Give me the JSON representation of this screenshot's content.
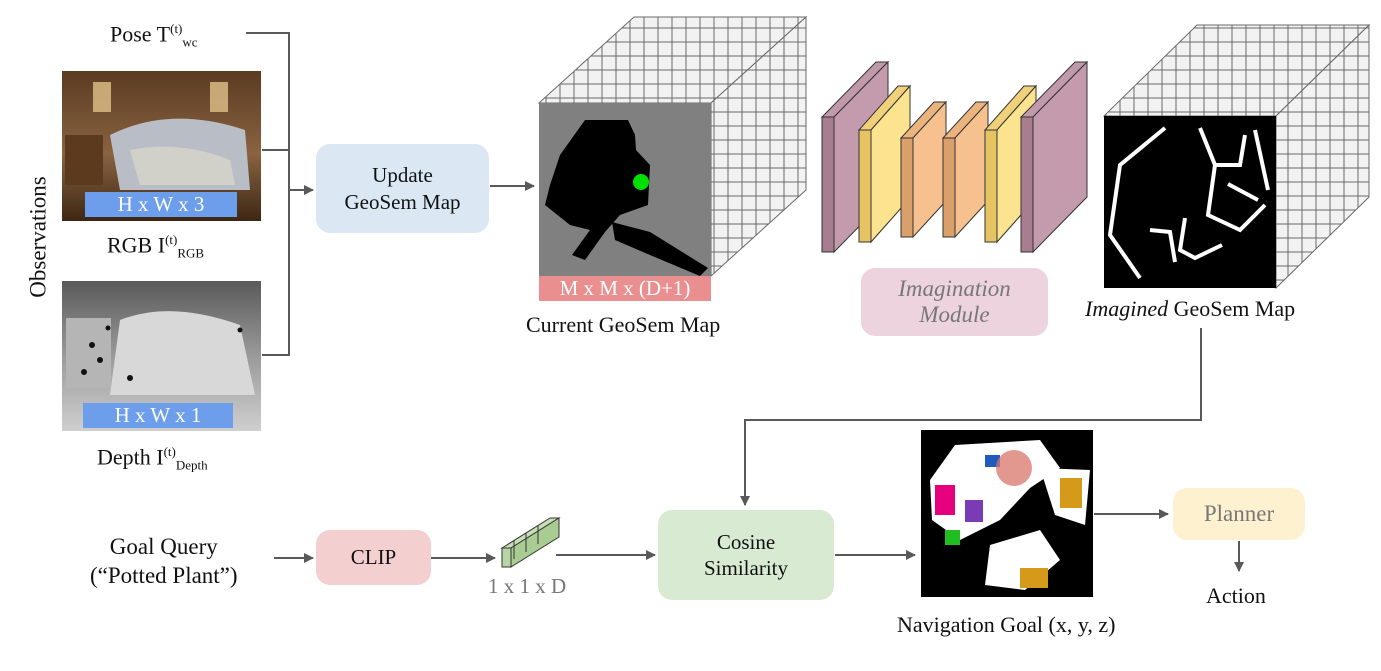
{
  "observations_label": "Observations",
  "pose": {
    "text": "Pose T",
    "sup": "(t)",
    "sub": "wc"
  },
  "rgb": {
    "caption_text": "RGB I",
    "caption_sup": "(t)",
    "caption_sub": "RGB",
    "dim": "H x W x 3"
  },
  "depth": {
    "caption_text": "Depth I",
    "caption_sup": "(t)",
    "caption_sub": "Depth",
    "dim": "H x W x 1"
  },
  "update_box": {
    "line1": "Update",
    "line2": "GeoSem Map"
  },
  "current_map": {
    "dim": "M x M x (D+1)",
    "caption": "Current GeoSem Map"
  },
  "imagination_box": {
    "line1": "Imagination",
    "line2": "Module"
  },
  "imagined_map": {
    "caption_italic": "Imagined",
    "caption_rest": " GeoSem Map"
  },
  "goal_query": {
    "line1": "Goal Query",
    "line2": "(“Potted Plant”)"
  },
  "clip_box": {
    "label": "CLIP"
  },
  "embedding": {
    "dim": "1 x 1 x D"
  },
  "cosine_box": {
    "line1": "Cosine",
    "line2": "Similarity"
  },
  "nav_goal": {
    "caption": "Navigation Goal (x, y, z)"
  },
  "planner_box": {
    "label": "Planner"
  },
  "action_label": "Action",
  "colors": {
    "update_fill": "#dbe8f4",
    "imagination_fill": "#ecd3dd",
    "clip_fill": "#f4cfd0",
    "cosine_fill": "#d9ead3",
    "planner_fill": "#fdf1cf",
    "dim_blue": "#6d9eeb",
    "dim_red": "#e98f8f",
    "arrow": "#595959"
  }
}
